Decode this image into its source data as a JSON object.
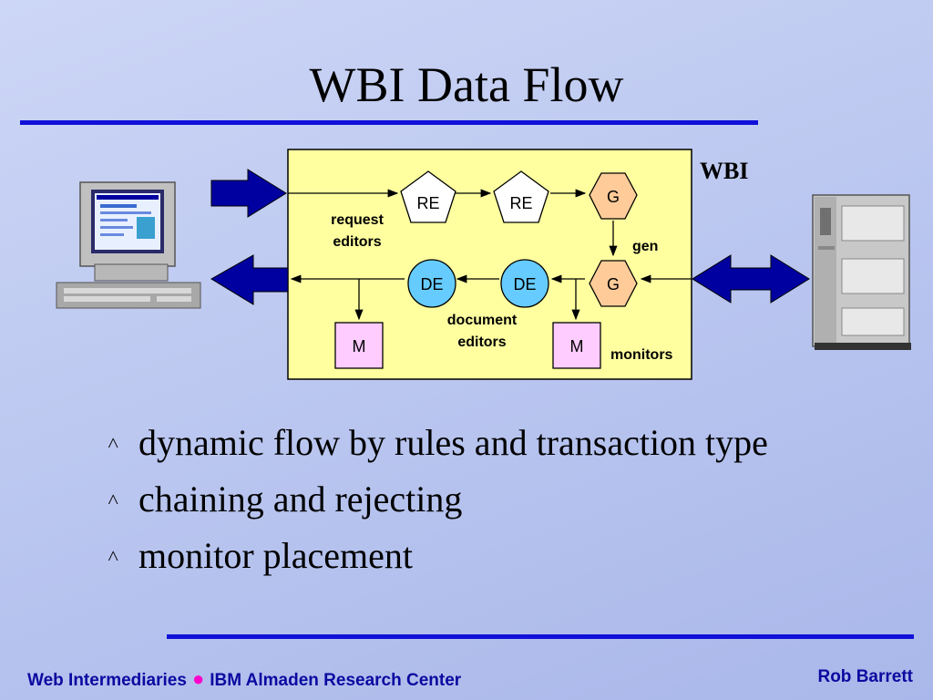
{
  "title": "WBI Data Flow",
  "diagram": {
    "wbi_label": "WBI",
    "request_editors_label": [
      "request",
      "editors"
    ],
    "document_editors_label": [
      "document",
      "editors"
    ],
    "gen_label": "gen",
    "monitors_label": "monitors",
    "nodes": {
      "re1": "RE",
      "re2": "RE",
      "g_top": "G",
      "g_bottom": "G",
      "de1": "DE",
      "de2": "DE",
      "m1": "M",
      "m2": "M"
    },
    "colors": {
      "box_fill": "#ffffa0",
      "hexagon_fill": "#ffcc99",
      "circle_fill": "#66ccff",
      "monitor_fill": "#ffccff",
      "arrow_fill": "#0000a0",
      "rule": "#1010d8"
    }
  },
  "bullets": [
    "dynamic flow by rules and transaction type",
    "chaining and rejecting",
    "monitor placement"
  ],
  "footer": {
    "left_1": "Web Intermediaries",
    "left_2": "IBM Almaden Research Center",
    "right": "Rob Barrett"
  }
}
